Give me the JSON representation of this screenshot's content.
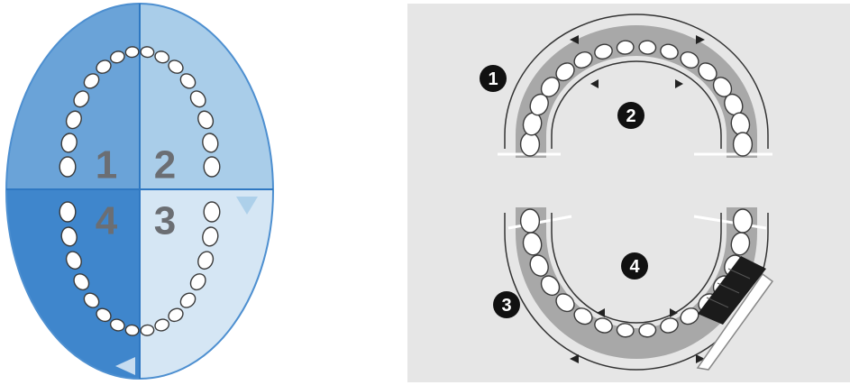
{
  "quadrant_diagram": {
    "labels": [
      "1",
      "2",
      "4",
      "3"
    ],
    "colors": {
      "q1": "#6aa3d8",
      "q2": "#a9cde9",
      "q3": "#d5e6f4",
      "q4": "#3f86cc",
      "divider": "#2f78c2"
    }
  },
  "sequence_diagram": {
    "steps": [
      "1",
      "2",
      "3",
      "4"
    ],
    "colors": {
      "background": "#e6e6e6",
      "band": "#a8a8a8",
      "step_badge": "#111111",
      "brush_bristles": "#1b1b1b"
    }
  }
}
